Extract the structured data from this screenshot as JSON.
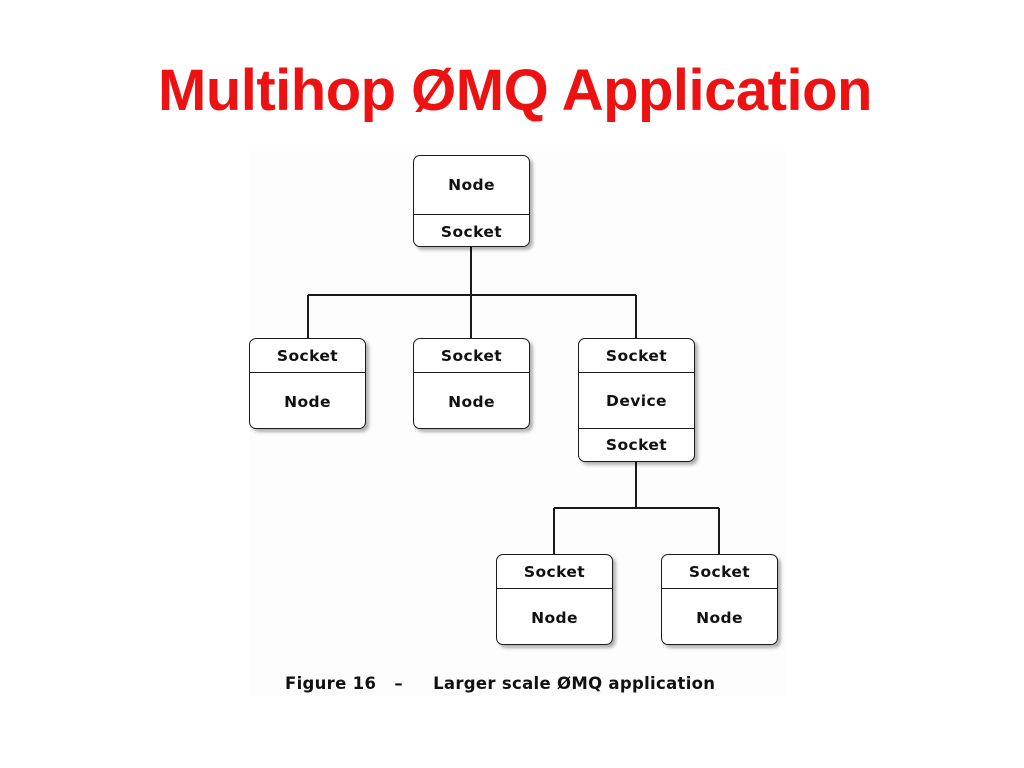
{
  "slide": {
    "title": "Multihop ØMQ Application",
    "title_color": "#ee1111",
    "background_color": "#ffffff"
  },
  "figure": {
    "caption": "Figure 16   –     Larger scale ØMQ application",
    "caption_label": "Figure 16",
    "caption_dash": "–",
    "caption_text": "Larger scale ØMQ application",
    "diagram_type": "tree",
    "stroke_color": "#1a1a1a",
    "fill_color": "#ffffff",
    "nodes": [
      {
        "id": "root",
        "name": "root-node",
        "cells": [
          {
            "label": "Node",
            "kind": "body"
          },
          {
            "label": "Socket",
            "kind": "band"
          }
        ]
      },
      {
        "id": "child-left",
        "name": "child-node-left",
        "cells": [
          {
            "label": "Socket",
            "kind": "band"
          },
          {
            "label": "Node",
            "kind": "body"
          }
        ]
      },
      {
        "id": "child-middle",
        "name": "child-node-middle",
        "cells": [
          {
            "label": "Socket",
            "kind": "band"
          },
          {
            "label": "Node",
            "kind": "body"
          }
        ]
      },
      {
        "id": "child-right-device",
        "name": "device-node",
        "cells": [
          {
            "label": "Socket",
            "kind": "band"
          },
          {
            "label": "Device",
            "kind": "body"
          },
          {
            "label": "Socket",
            "kind": "band"
          }
        ]
      },
      {
        "id": "leaf-left",
        "name": "leaf-node-left",
        "cells": [
          {
            "label": "Socket",
            "kind": "band"
          },
          {
            "label": "Node",
            "kind": "body"
          }
        ]
      },
      {
        "id": "leaf-right",
        "name": "leaf-node-right",
        "cells": [
          {
            "label": "Socket",
            "kind": "band"
          },
          {
            "label": "Node",
            "kind": "body"
          }
        ]
      }
    ],
    "edges": [
      {
        "from": "root",
        "to": "child-left"
      },
      {
        "from": "root",
        "to": "child-middle"
      },
      {
        "from": "root",
        "to": "child-right-device"
      },
      {
        "from": "child-right-device",
        "to": "leaf-left"
      },
      {
        "from": "child-right-device",
        "to": "leaf-right"
      }
    ]
  }
}
